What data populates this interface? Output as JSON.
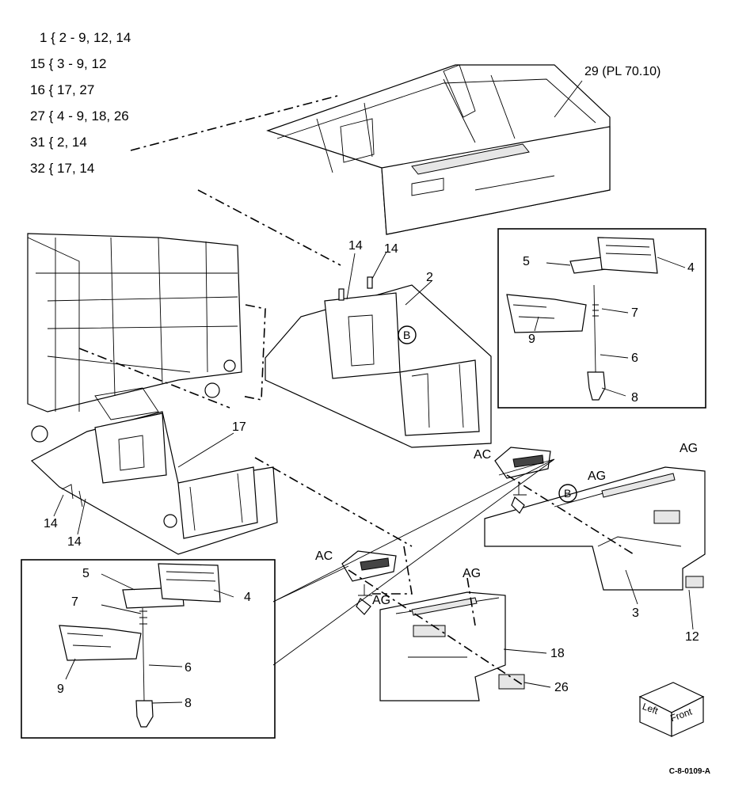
{
  "legend": [
    "1 { 2 - 9, 12, 14",
    "15 { 3 - 9, 12",
    "16 { 17, 27",
    "27 { 4 - 9, 18, 26",
    "31 { 2, 14",
    "32 { 17, 14"
  ],
  "callouts": {
    "c29": "29 (PL 70.10)",
    "c14a": "14",
    "c14b": "14",
    "c2": "2",
    "cB1": "B",
    "c17": "17",
    "c14c": "14",
    "c14d": "14",
    "r5": "5",
    "r4": "4",
    "r7": "7",
    "r9": "9",
    "r6": "6",
    "r8": "8",
    "rAC": "AC",
    "rAG1": "AG",
    "rAG2": "AG",
    "rB": "B",
    "c3": "3",
    "c12": "12",
    "l5": "5",
    "l4": "4",
    "l7": "7",
    "l9": "9",
    "l6": "6",
    "l8": "8",
    "lAC": "AC",
    "lAG1": "AG",
    "lAG2": "AG",
    "c18": "18",
    "c26": "26"
  },
  "orientation_cube": {
    "left": "Left",
    "front": "Front"
  },
  "diagram_code": "C-8-0109-A"
}
